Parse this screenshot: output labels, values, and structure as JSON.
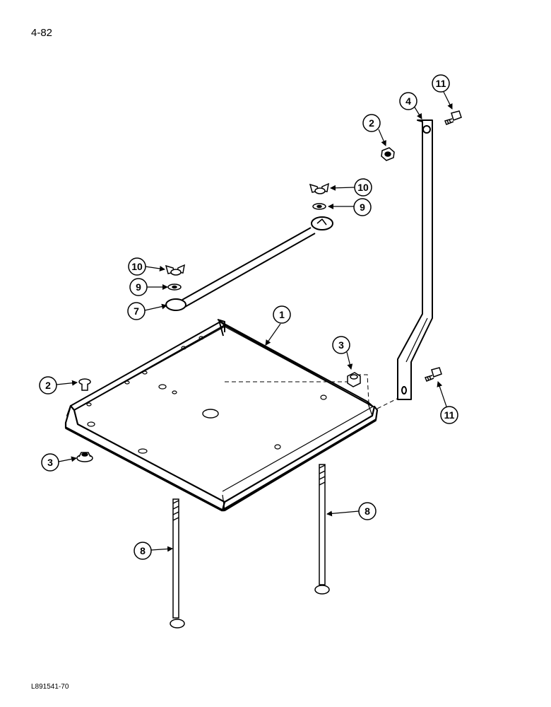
{
  "page_number": "4-82",
  "figure_code": "L891541-70",
  "callouts": [
    {
      "id": "c1",
      "label": "1"
    },
    {
      "id": "c2a",
      "label": "2"
    },
    {
      "id": "c2b",
      "label": "2"
    },
    {
      "id": "c3a",
      "label": "3"
    },
    {
      "id": "c3b",
      "label": "3"
    },
    {
      "id": "c4",
      "label": "4"
    },
    {
      "id": "c7",
      "label": "7"
    },
    {
      "id": "c8a",
      "label": "8"
    },
    {
      "id": "c8b",
      "label": "8"
    },
    {
      "id": "c9a",
      "label": "9"
    },
    {
      "id": "c9b",
      "label": "9"
    },
    {
      "id": "c10a",
      "label": "10"
    },
    {
      "id": "c10b",
      "label": "10"
    },
    {
      "id": "c11a",
      "label": "11"
    },
    {
      "id": "c11b",
      "label": "11"
    }
  ]
}
